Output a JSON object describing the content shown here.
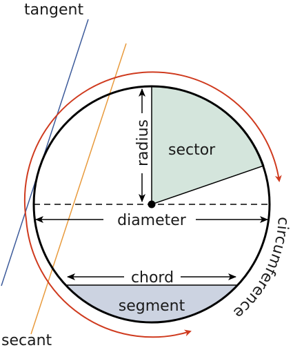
{
  "labels": {
    "tangent": "tangent",
    "secant": "secant",
    "radius": "radius",
    "sector": "sector",
    "diameter": "diameter",
    "chord": "chord",
    "segment": "segment",
    "circumference": "circumference"
  },
  "colors": {
    "outline": "#000000",
    "sector_fill": "#d4e5dc",
    "segment_fill": "#ccd3e1",
    "tangent_line": "#3c5a9a",
    "secant_line": "#e89a3c",
    "circumference_arrow": "#cf3a1e"
  }
}
